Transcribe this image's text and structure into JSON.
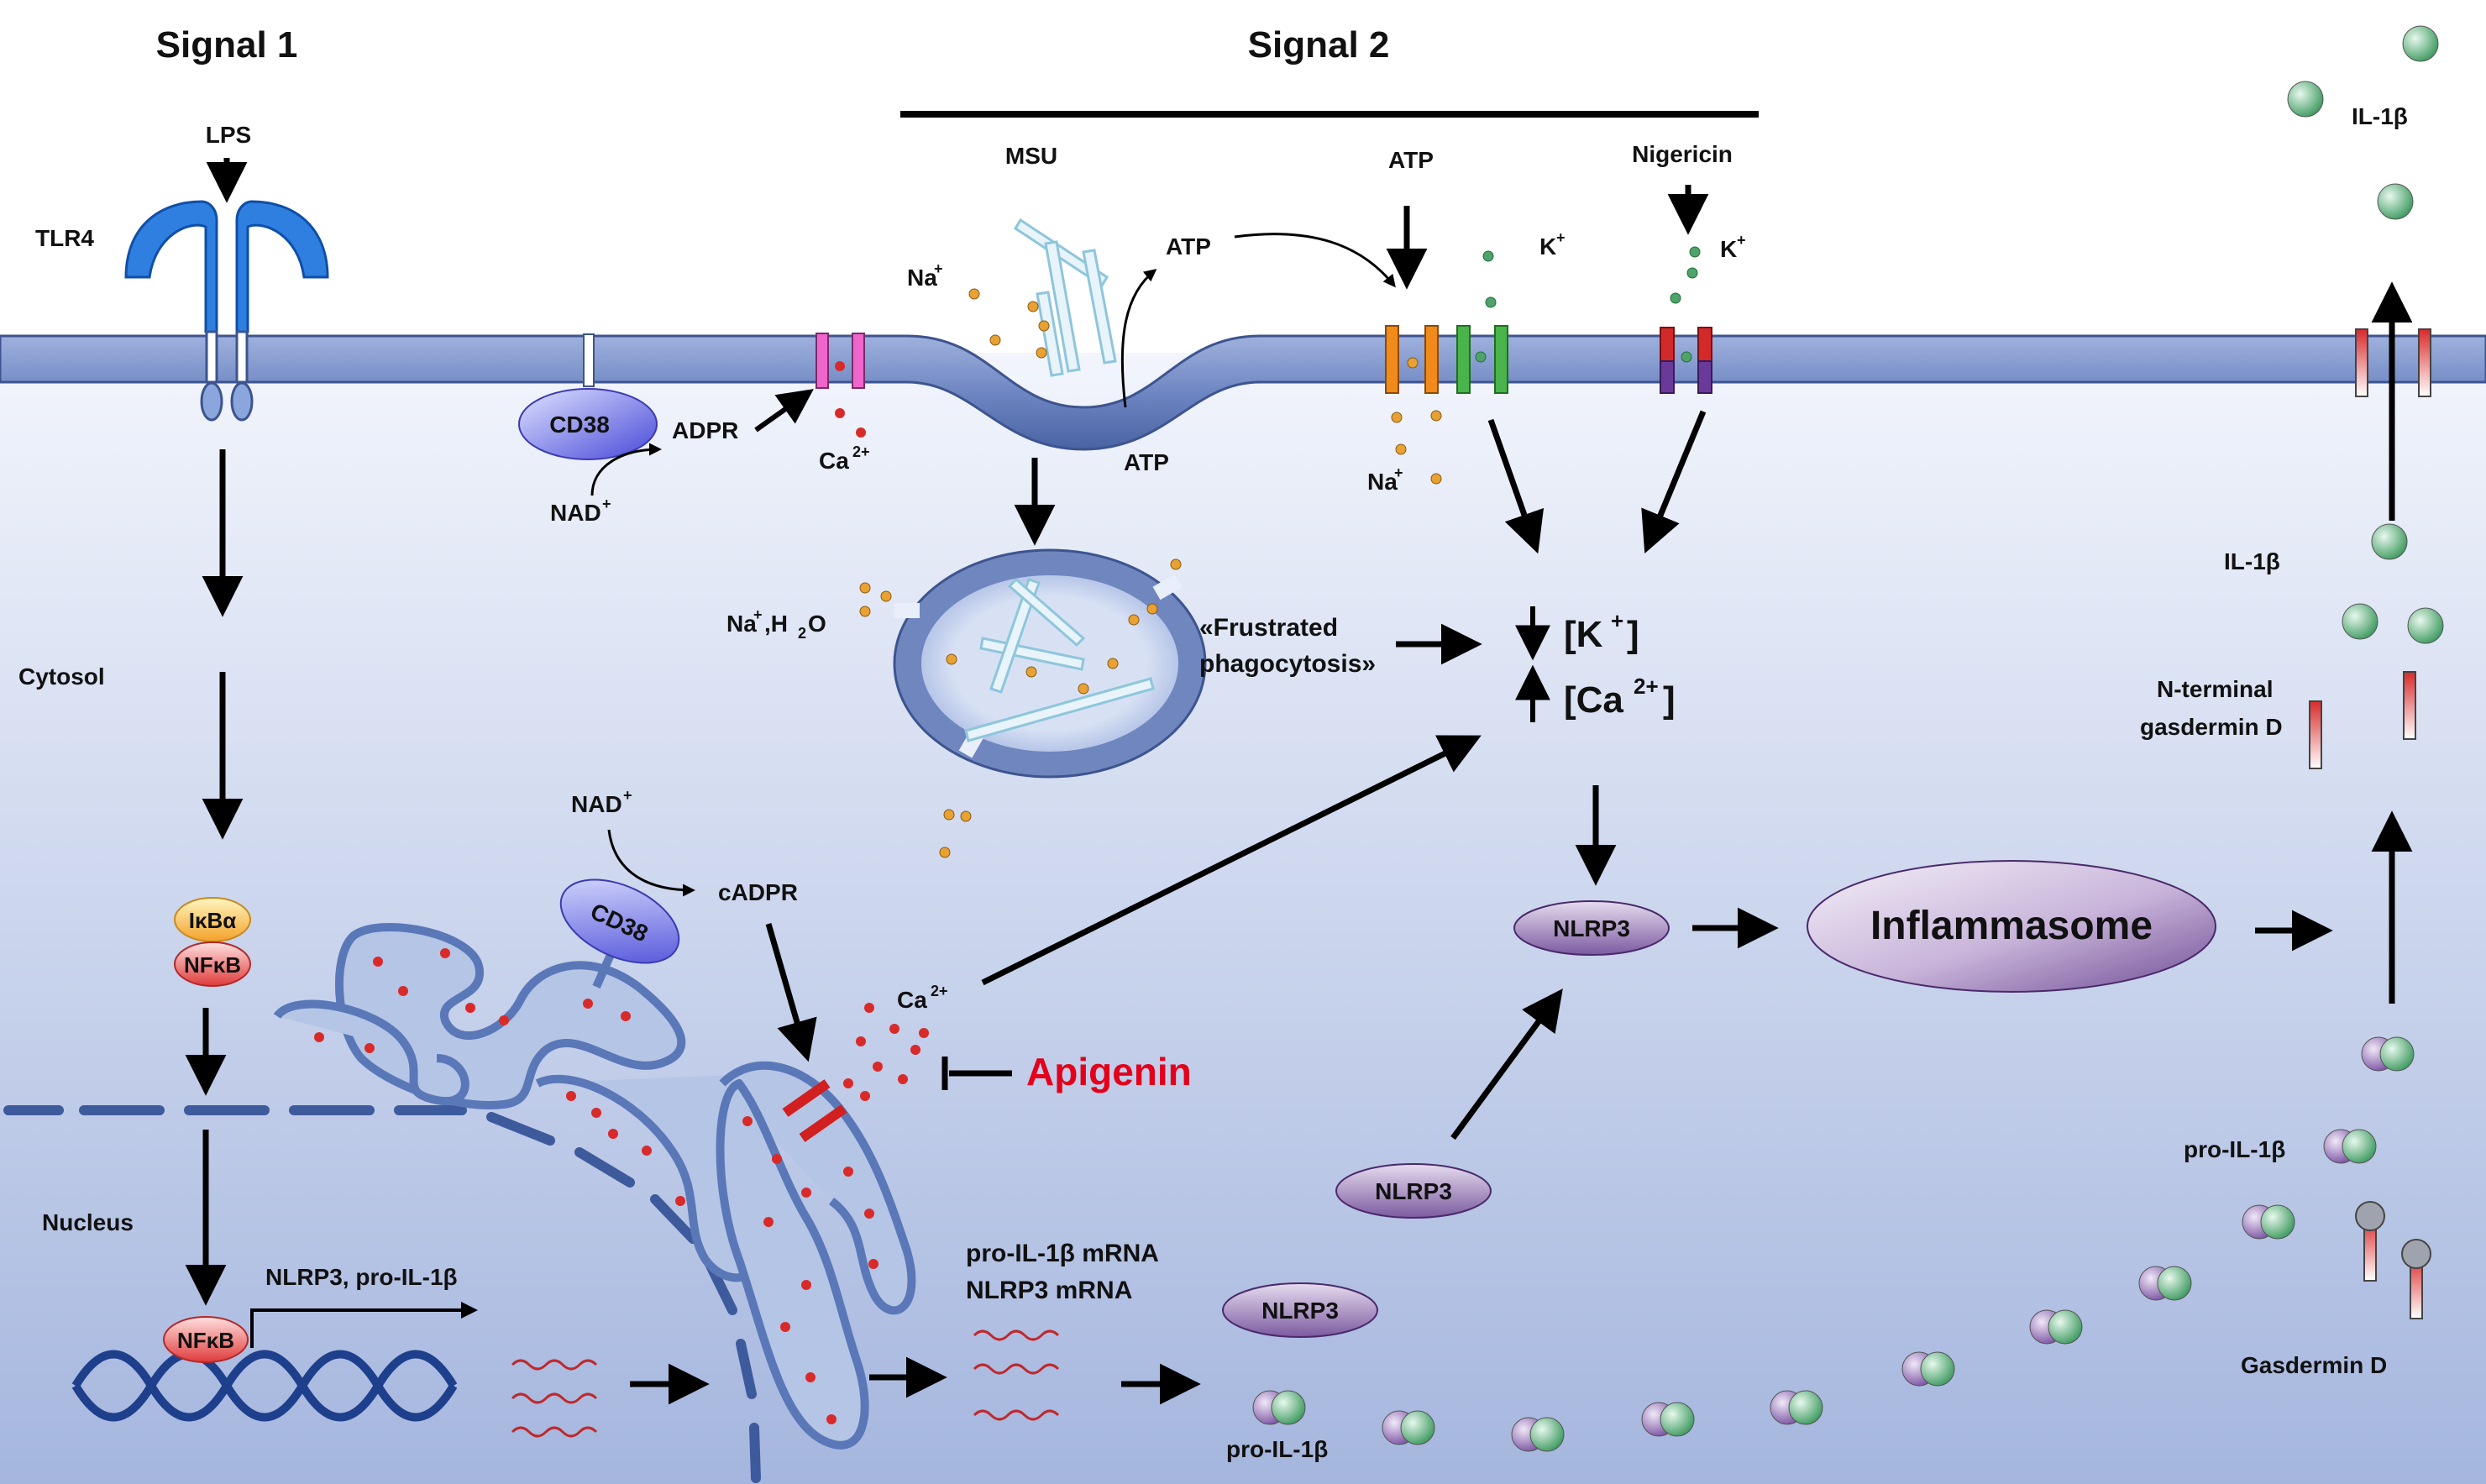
{
  "headers": {
    "signal1": "Signal 1",
    "signal2": "Signal 2"
  },
  "labels": {
    "lps": "LPS",
    "tlr4": "TLR4",
    "cytosol": "Cytosol",
    "nucleus": "Nucleus",
    "ikba": "IκBα",
    "nfkb": "NFκB",
    "nfkb_dna": "NFκB",
    "transcription": "NLRP3, pro-IL-1β",
    "cd38_membrane": "CD38",
    "adpr": "ADPR",
    "nad_membrane": "NAD",
    "ca_membrane": "Ca",
    "msu": "MSU",
    "na_msu": "Na",
    "atp_released": "ATP",
    "atp_membrane": "ATP",
    "atp_top": "ATP",
    "k_atp": "K",
    "na_atp": "Na",
    "nigericin": "Nigericin",
    "k_nig": "K",
    "na_h2o": "Na",
    "h2o": ",H",
    "h2o_o": "O",
    "frustrated_1": "«Frustrated",
    "frustrated_2": "phagocytosis»",
    "k_conc": "[K",
    "ca_conc": "[Ca",
    "nad_er": "NAD",
    "cadpr": "cADPR",
    "cd38_er": "CD38",
    "ca_er": "Ca",
    "apigenin": "Apigenin",
    "nlrp3_top": "NLRP3",
    "nlrp3_mid": "NLRP3",
    "nlrp3_low": "NLRP3",
    "inflammasome": "Inflammasome",
    "mrna_1": "pro-IL-1β mRNA",
    "mrna_2": "NLRP3 mRNA",
    "pro_il1b_bottom": "pro-IL-1β",
    "pro_il1b_right": "pro-IL-1β",
    "gasdermin_d": "Gasdermin D",
    "n_term_1": "N-terminal",
    "n_term_2": "gasdermin D",
    "il1b_mid": "IL-1β",
    "il1b_top": "IL-1β"
  },
  "superscripts": {
    "plus": "+",
    "two_plus": "2+",
    "sub_2": "2"
  },
  "colors": {
    "membrane": "#6f86bf",
    "membrane_edge": "#3d548f",
    "cytosol_top": "#eef2fb",
    "cytosol_bottom": "#a9b9df",
    "apigenin": "#e3001b",
    "arrow": "#000000",
    "tlr4": "#1f6fd1",
    "er_fill": "#b5c5e6",
    "er_edge": "#5a78b8",
    "ca_dot": "#d92a2a",
    "na_dot": "#e8a133",
    "k_dot": "#4fa36a",
    "mrna": "#c0282b",
    "dna": "#1e3f8c",
    "nlrp3": "#7c5aa0",
    "inflammasome": "#8b6aa8"
  },
  "icons": [
    "tlr4-receptor-icon",
    "dna-helix-icon",
    "msu-crystal-icon",
    "er-organelle-icon",
    "ion-channel-icon",
    "cytokine-sphere-icon",
    "gasdermin-pore-icon",
    "mrna-wave-icon"
  ]
}
